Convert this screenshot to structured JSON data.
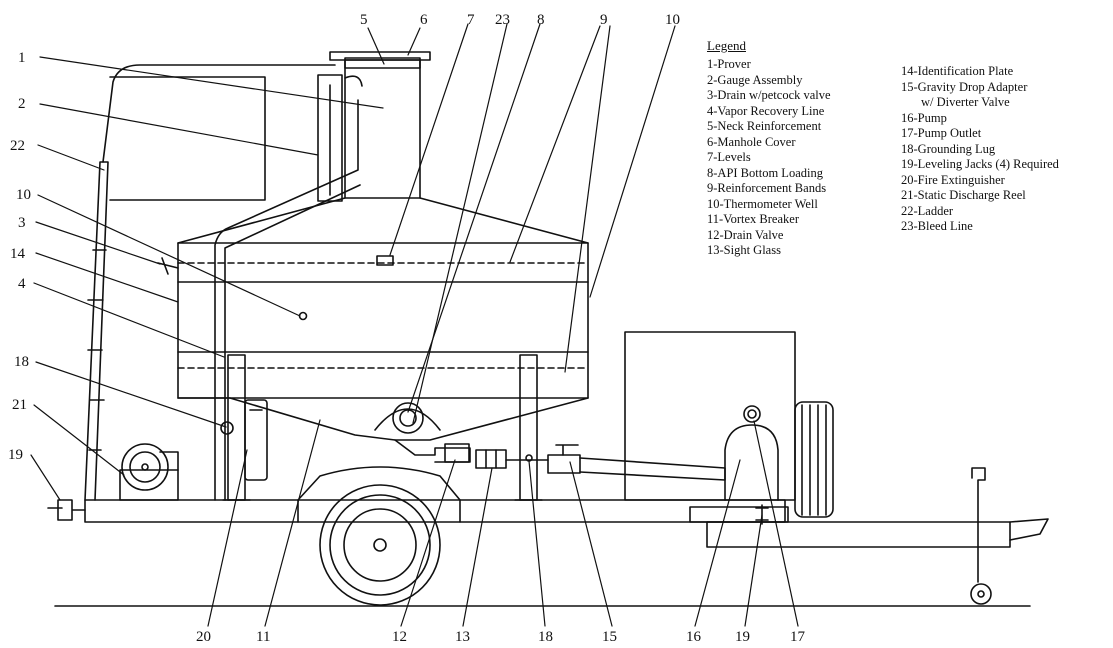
{
  "legend": {
    "title": "Legend",
    "col1": [
      "1-Prover",
      "2-Gauge Assembly",
      "3-Drain w/petcock valve",
      "4-Vapor Recovery Line",
      "5-Neck Reinforcement",
      "6-Manhole Cover",
      "7-Levels",
      "8-API  Bottom Loading",
      "9-Reinforcement Bands",
      "10-Thermometer Well",
      "11-Vortex Breaker",
      "12-Drain Valve",
      "13-Sight Glass"
    ],
    "col2": [
      "14-Identification Plate",
      "15-Gravity Drop Adapter",
      "w/ Diverter Valve",
      "16-Pump",
      "17-Pump Outlet",
      "18-Grounding Lug",
      "19-Leveling Jacks (4) Required",
      "20-Fire Extinguisher",
      "21-Static Discharge Reel",
      "22-Ladder",
      "23-Bleed Line"
    ]
  },
  "callouts": {
    "n1": "1",
    "n2": "2",
    "n22": "22",
    "n10a": "10",
    "n3": "3",
    "n14": "14",
    "n4": "4",
    "n18a": "18",
    "n21": "21",
    "n19a": "19",
    "n5": "5",
    "n6": "6",
    "n7": "7",
    "n23": "23",
    "n8": "8",
    "n9": "9",
    "n10b": "10",
    "n20": "20",
    "n11": "11",
    "n12": "12",
    "n13": "13",
    "n18b": "18",
    "n15": "15",
    "n16": "16",
    "n19b": "19",
    "n17": "17"
  }
}
